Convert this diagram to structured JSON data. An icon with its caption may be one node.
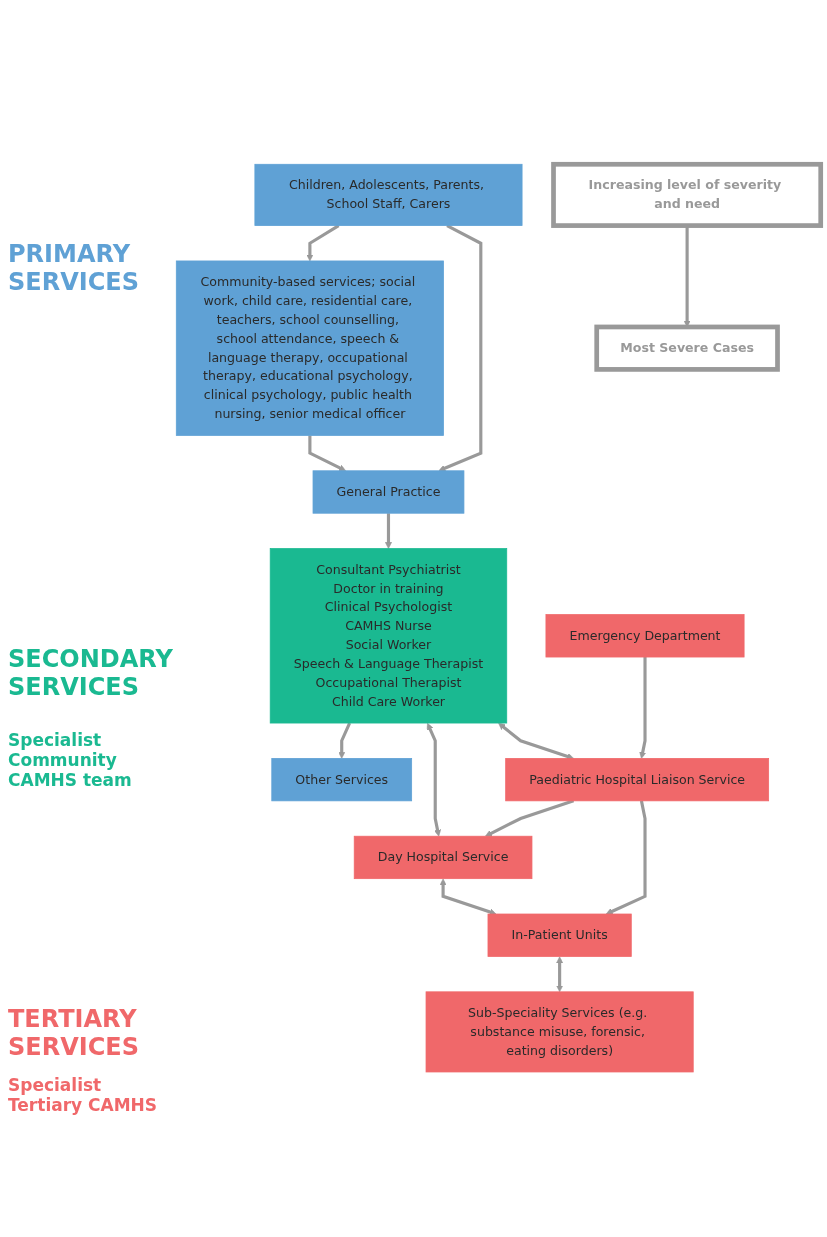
{
  "diagram": {
    "nodes": [
      {
        "text": [
          "Children, Adolescents, Parents, School Staff, Carers"
        ]
      },
      {
        "text": [
          "Community-based services; social work, child care, residential care, teachers, school counselling, school attendance, speech & language therapy, occupational therapy, educational psychology, clinical psychology, public health nursing, senior medical officer"
        ]
      },
      {
        "text": [
          "General Practice"
        ]
      },
      {
        "text": [
          "Other Services"
        ]
      },
      {
        "text": [
          "Consultant Psychiatrist",
          "Doctor in training",
          "Clinical Psychologist",
          "CAMHS Nurse",
          "Social Worker",
          "Speech & Language Therapist",
          "Occupational Therapist",
          "Child Care Worker"
        ]
      },
      {
        "text": [
          "Emergency Department"
        ]
      },
      {
        "text": [
          "Day Hospital Service"
        ]
      },
      {
        "text": [
          "Paediatric Hospital Liaison Service"
        ]
      },
      {
        "text": [
          "In-Patient Units"
        ]
      },
      {
        "text": [
          "Sub-Speciality Services (e.g. substance misuse, forensic, eating disorders)"
        ]
      },
      {
        "text": [
          "Increasing level of severity and need"
        ]
      },
      {
        "text": [
          "Most Severe Cases"
        ]
      }
    ],
    "edges": [
      {
        "from": 0,
        "to": 1,
        "arrow": "to"
      },
      {
        "from": 0,
        "to": 2,
        "arrow": "to"
      },
      {
        "from": 1,
        "to": 2,
        "arrow": "to"
      },
      {
        "from": 2,
        "to": 4,
        "arrow": "to"
      },
      {
        "from": 4,
        "to": 3,
        "arrow": "to"
      },
      {
        "from": 4,
        "to": 6,
        "arrow": "both"
      },
      {
        "from": 4,
        "to": 7,
        "arrow": "both"
      },
      {
        "from": 5,
        "to": 7,
        "arrow": "to"
      },
      {
        "from": 7,
        "to": 6,
        "arrow": "to"
      },
      {
        "from": 6,
        "to": 8,
        "arrow": "both"
      },
      {
        "from": 7,
        "to": 8,
        "arrow": "to"
      },
      {
        "from": 8,
        "to": 9,
        "arrow": "both"
      },
      {
        "from": 10,
        "to": 11,
        "arrow": "to"
      }
    ],
    "labels": [
      "PRIMARY SERVICES",
      "SECONDARY SERVICES",
      "Specialist Community CAMHS team",
      "TERTIARY SERVICES",
      "Specialist Tertiary CAMHS"
    ]
  }
}
